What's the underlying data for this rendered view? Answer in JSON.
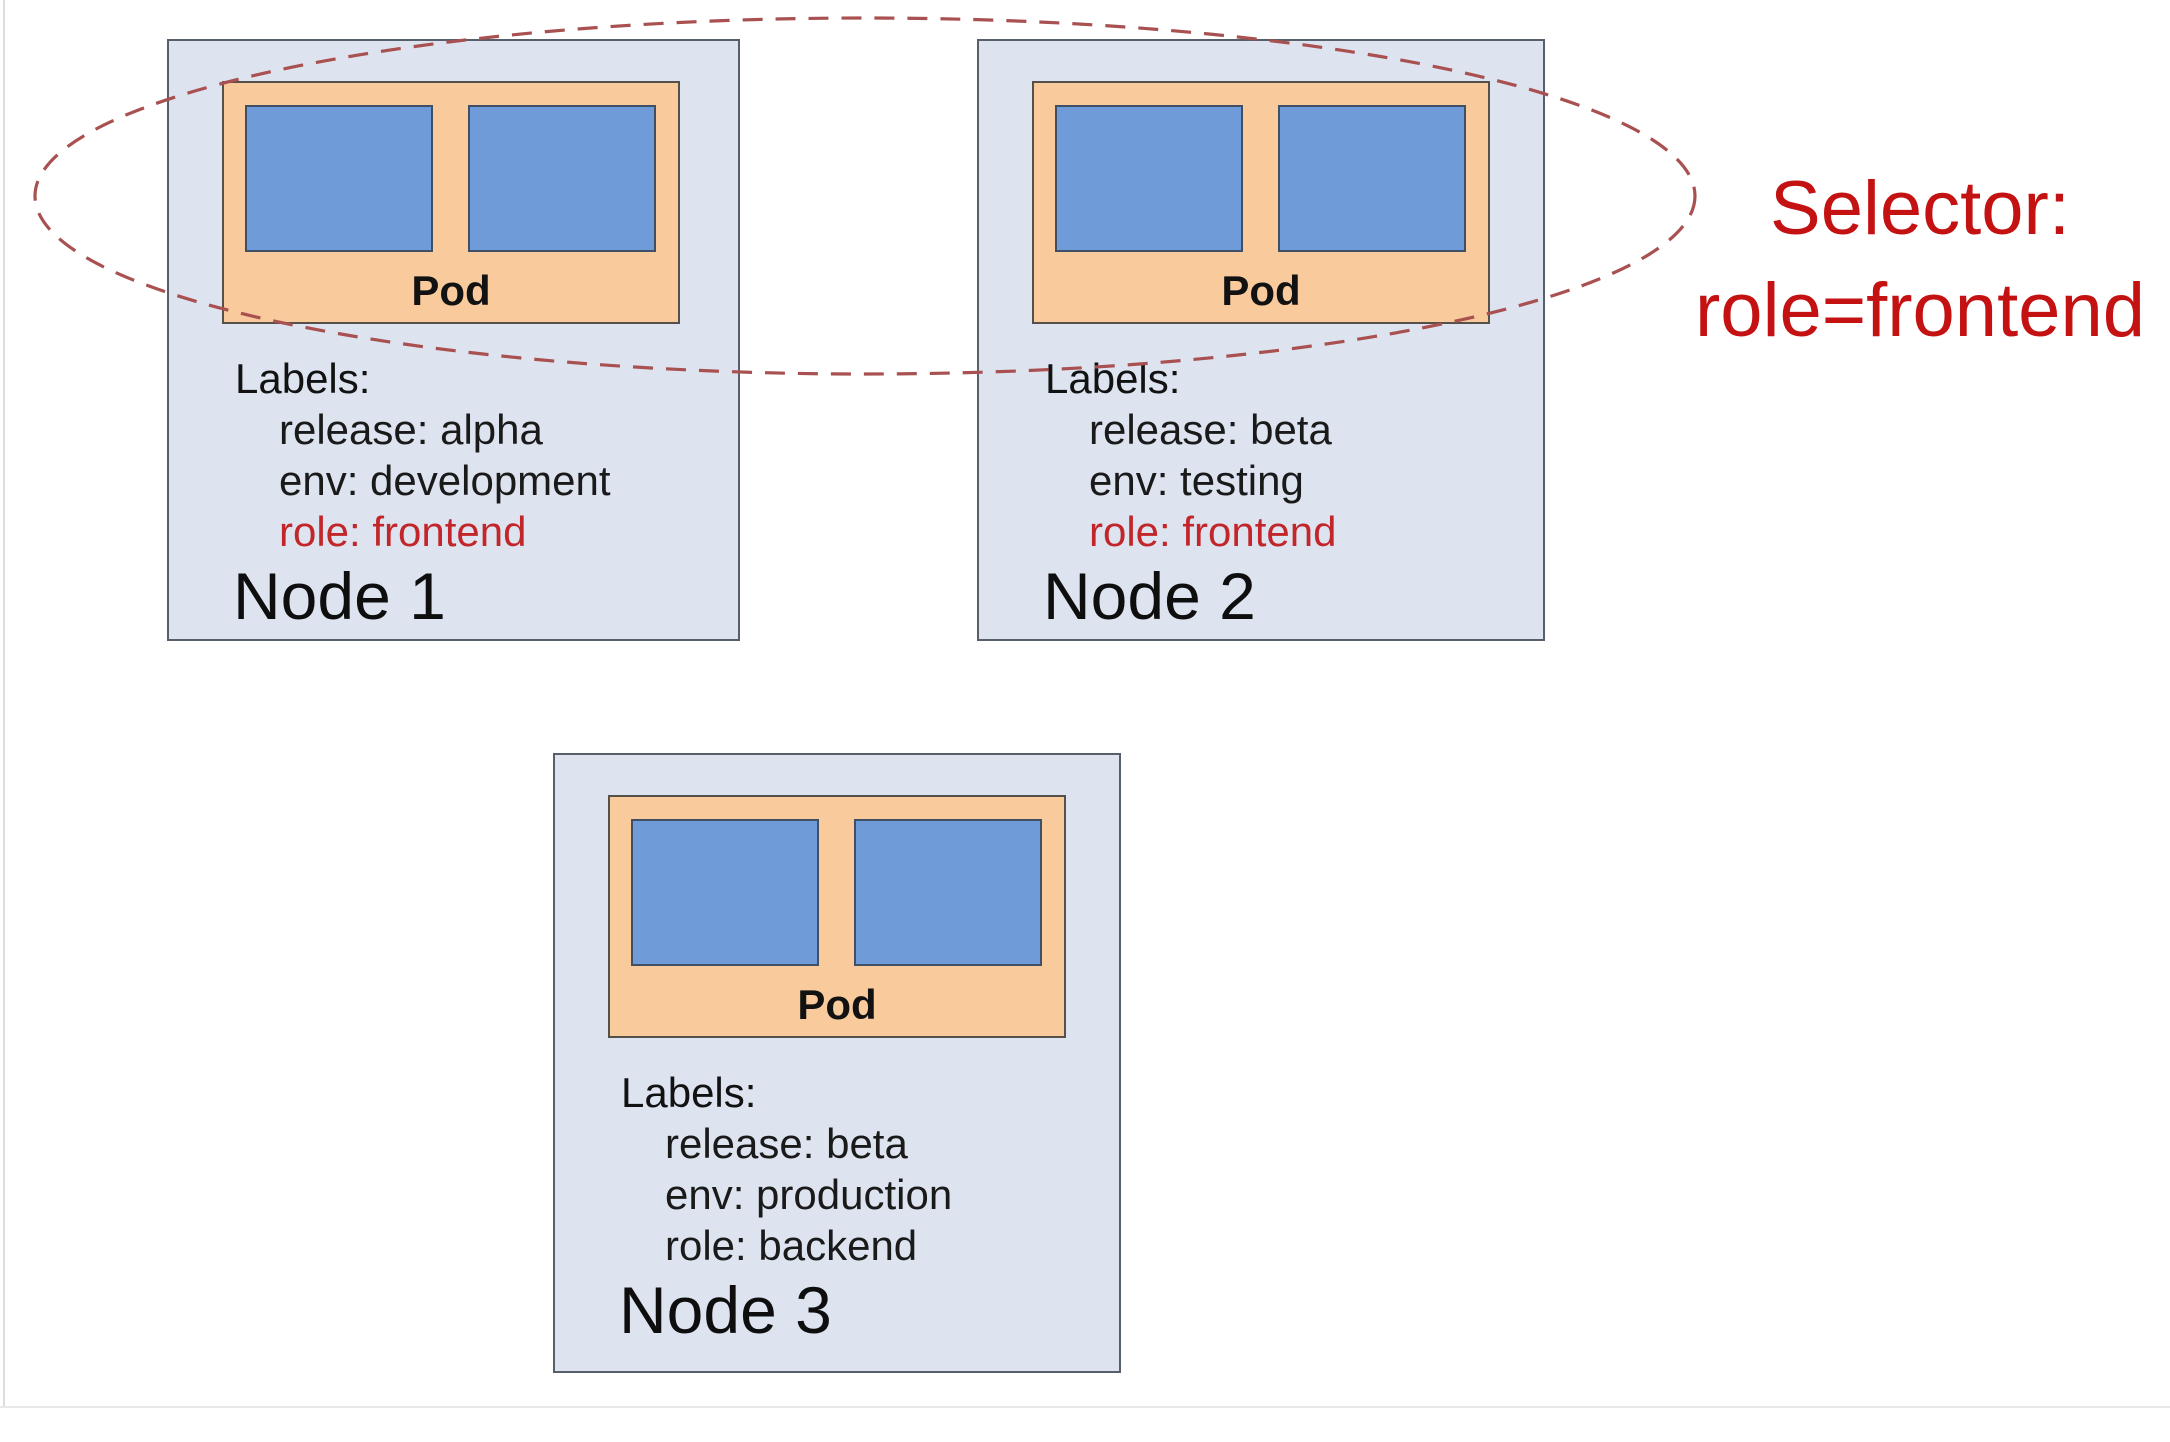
{
  "selector": {
    "line1": "Selector:",
    "line2": "role=frontend",
    "color": "#c41212"
  },
  "nodes": [
    {
      "title": "Node 1",
      "pod": {
        "label": "Pod",
        "container_count": 2
      },
      "labels_heading": "Labels:",
      "labels": [
        {
          "text": "release: alpha",
          "color": "#1a1a1a"
        },
        {
          "text": "env: development",
          "color": "#1a1a1a"
        },
        {
          "text": "role: frontend",
          "color": "#c2262a"
        }
      ]
    },
    {
      "title": "Node 2",
      "pod": {
        "label": "Pod",
        "container_count": 2
      },
      "labels_heading": "Labels:",
      "labels": [
        {
          "text": "release: beta",
          "color": "#1a1a1a"
        },
        {
          "text": "env: testing",
          "color": "#1a1a1a"
        },
        {
          "text": "role: frontend",
          "color": "#c2262a"
        }
      ]
    },
    {
      "title": "Node 3",
      "pod": {
        "label": "Pod",
        "container_count": 2
      },
      "labels_heading": "Labels:",
      "labels": [
        {
          "text": "release: beta",
          "color": "#1a1a1a"
        },
        {
          "text": "env: production",
          "color": "#1a1a1a"
        },
        {
          "text": "role: backend",
          "color": "#1a1a1a"
        }
      ]
    }
  ],
  "colors": {
    "node_fill": "#dde4f0",
    "node_border": "#575f6a",
    "pod_fill": "#f9cb9c",
    "pod_border": "#55504a",
    "container_fill": "#6f9cd9",
    "container_border": "#3f4f66",
    "ellipse_stroke": "#a95050",
    "text": "#121212"
  }
}
